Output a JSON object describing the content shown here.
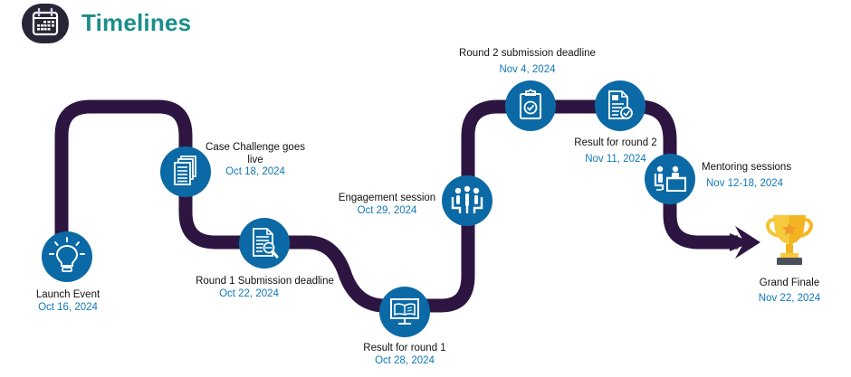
{
  "header": {
    "title": "Timelines",
    "icon": "calendar-icon"
  },
  "colors": {
    "title": "#1a8e8a",
    "path": "#2d1542",
    "node": "#0b6aa6",
    "date": "#1277b8",
    "header_icon_bg": "#262636"
  },
  "milestones": [
    {
      "label": "Launch Event",
      "date": "Oct 16, 2024",
      "icon": "lightbulb-icon"
    },
    {
      "label": "Case Challenge goes live",
      "label_line1": "Case Challenge goes",
      "label_line2": "live",
      "date": "Oct 18, 2024",
      "icon": "documents-icon"
    },
    {
      "label": "Round 1 Submission deadline",
      "date": "Oct 22, 2024",
      "icon": "document-search-icon"
    },
    {
      "label": "Result for round 1",
      "date": "Oct 28, 2024",
      "icon": "monitor-book-icon"
    },
    {
      "label": "Engagement session",
      "date": "Oct 29, 2024",
      "icon": "meeting-group-icon"
    },
    {
      "label": "Round 2 submission deadline",
      "date": "Nov 4, 2024",
      "icon": "clipboard-check-icon"
    },
    {
      "label": "Result for round 2",
      "date": "Nov 11, 2024",
      "icon": "document-check-icon"
    },
    {
      "label": "Mentoring sessions",
      "date": "Nov 12-18, 2024",
      "icon": "mentoring-desk-icon"
    },
    {
      "label": "Grand Finale",
      "date": "Nov 22, 2024",
      "icon": "trophy-icon"
    }
  ]
}
